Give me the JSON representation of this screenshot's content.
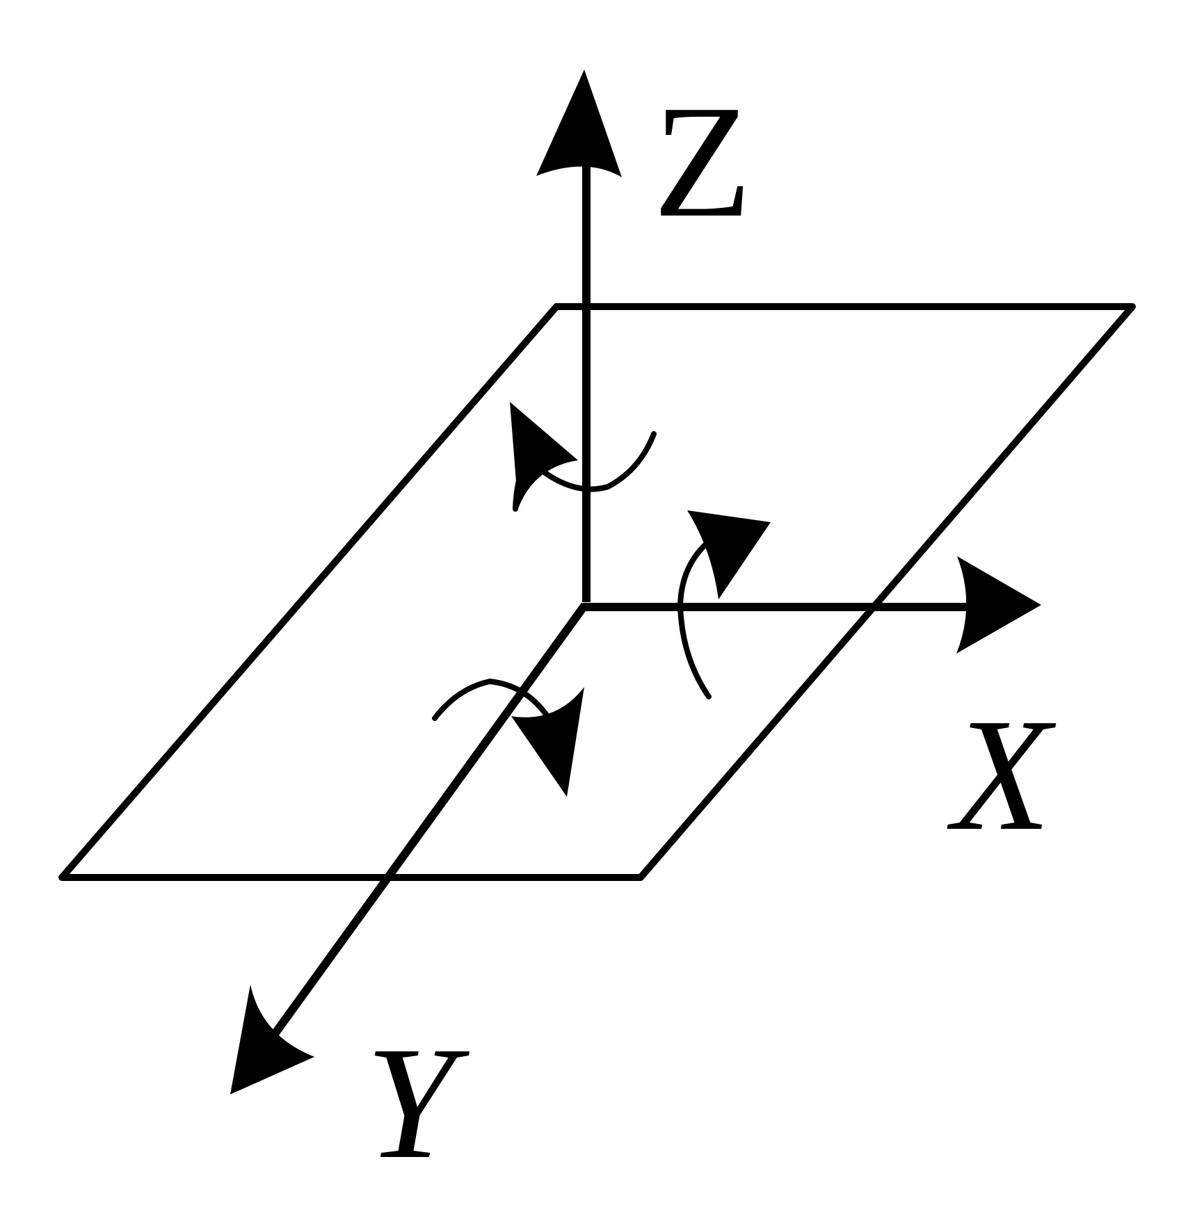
{
  "diagram": {
    "labels": {
      "z_axis": "Z",
      "x_axis": "X",
      "y_axis": "Y"
    },
    "colors": {
      "stroke": "#000000",
      "background": "#ffffff"
    },
    "icons": {
      "z_rotation": "counterclockwise-rotation-arrow",
      "x_rotation": "rotation-arrow",
      "y_rotation": "rotation-arrow"
    }
  }
}
